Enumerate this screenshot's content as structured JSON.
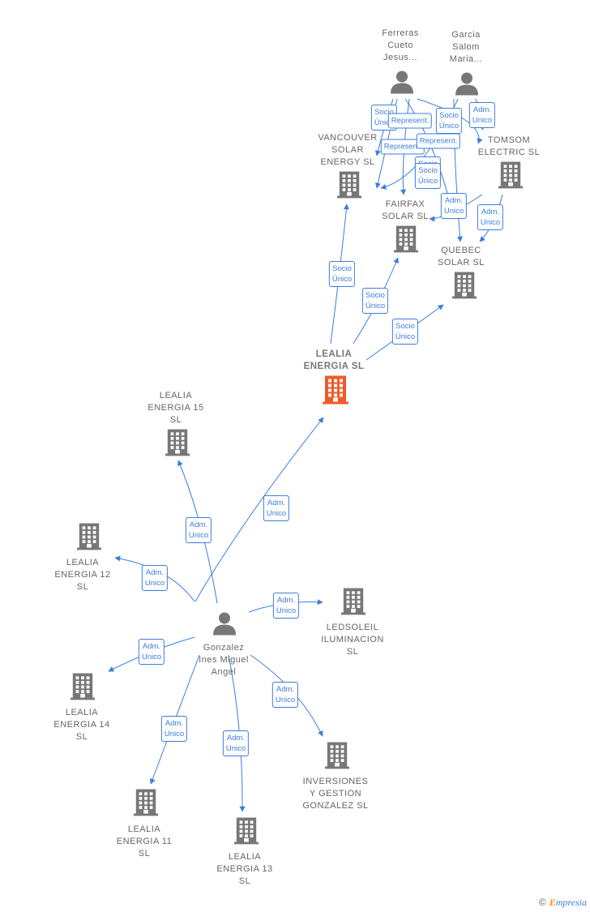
{
  "nodes": {
    "person_gonzalez": {
      "label": "Gonzalez\nInes Miguel\nAngel",
      "type": "person"
    },
    "person_ferreras": {
      "label": "Ferreras\nCueto\nJesus...",
      "type": "person"
    },
    "person_garcia": {
      "label": "Garcia\nSalom\nMaria...",
      "type": "person"
    },
    "lealia_energia": {
      "label": "LEALIA\nENERGIA  SL",
      "type": "company-main"
    },
    "lealia_15": {
      "label": "LEALIA\nENERGIA 15\nSL",
      "type": "company"
    },
    "lealia_12": {
      "label": "LEALIA\nENERGIA 12\nSL",
      "type": "company"
    },
    "lealia_14": {
      "label": "LEALIA\nENERGIA 14\nSL",
      "type": "company"
    },
    "lealia_11": {
      "label": "LEALIA\nENERGIA 11\nSL",
      "type": "company"
    },
    "lealia_13": {
      "label": "LEALIA\nENERGIA 13\nSL",
      "type": "company"
    },
    "ledsoleil": {
      "label": "LEDSOLEIL\nILUMINACION\nSL",
      "type": "company"
    },
    "inversiones": {
      "label": "INVERSIONES\nY GESTION\nGONZALEZ  SL",
      "type": "company"
    },
    "vancouver": {
      "label": "VANCOUVER\nSOLAR\nENERGY  SL",
      "type": "company"
    },
    "fairfax": {
      "label": "FAIRFAX\nSOLAR  SL",
      "type": "company"
    },
    "quebec": {
      "label": "QUEBEC\nSOLAR  SL",
      "type": "company"
    },
    "tomsom": {
      "label": "TOMSOM\nELECTRIC  SL",
      "type": "company"
    }
  },
  "edges": [
    {
      "from": "person_gonzalez",
      "to": "lealia_energia",
      "label": "Adm.\nUnico"
    },
    {
      "from": "person_gonzalez",
      "to": "lealia_15",
      "label": "Adm.\nUnico"
    },
    {
      "from": "person_gonzalez",
      "to": "lealia_12",
      "label": "Adm.\nUnico"
    },
    {
      "from": "person_gonzalez",
      "to": "ledsoleil",
      "label": "Adm.\nUnico"
    },
    {
      "from": "person_gonzalez",
      "to": "lealia_14",
      "label": "Adm.\nUnico"
    },
    {
      "from": "person_gonzalez",
      "to": "inversiones",
      "label": "Adm.\nUnico"
    },
    {
      "from": "person_gonzalez",
      "to": "lealia_11",
      "label": "Adm.\nUnico"
    },
    {
      "from": "person_gonzalez",
      "to": "lealia_13",
      "label": "Adm.\nUnico"
    },
    {
      "from": "lealia_energia",
      "to": "vancouver",
      "label": "Socio\nÚnico"
    },
    {
      "from": "lealia_energia",
      "to": "fairfax",
      "label": "Socio\nÚnico"
    },
    {
      "from": "lealia_energia",
      "to": "quebec",
      "label": "Socio\nÚnico"
    },
    {
      "from": "person_ferreras",
      "to": "vancouver",
      "label": "Socio\nÚnico"
    },
    {
      "from": "person_ferreras",
      "to": "fairfax",
      "label": "Represent."
    },
    {
      "from": "person_ferreras",
      "to": "tomsom",
      "label": "Socio\nÚnico"
    },
    {
      "from": "person_ferreras",
      "to": "quebec",
      "label": "Represent."
    },
    {
      "from": "person_garcia",
      "to": "vancouver",
      "label": "Socio\nÚnico"
    },
    {
      "from": "person_garcia",
      "to": "tomsom",
      "label": "Adm.\nUnico"
    },
    {
      "from": "person_garcia",
      "to": "fairfax",
      "label": "Represent."
    },
    {
      "from": "person_garcia",
      "to": "quebec",
      "label": "Adm.\nUnico"
    },
    {
      "from": "person_garcia",
      "to": "fairfax",
      "label": "Adm.\nUnico"
    },
    {
      "from": "person_ferreras",
      "to": "fairfax",
      "label": "Socio\nÚnico"
    }
  ],
  "footer": {
    "copyright": "©",
    "brand_initial": "E",
    "brand_rest": "mpresia"
  },
  "colors": {
    "edge": "#3b7ddd",
    "building": "#777777",
    "main_building": "#f05a28",
    "person": "#777777"
  }
}
